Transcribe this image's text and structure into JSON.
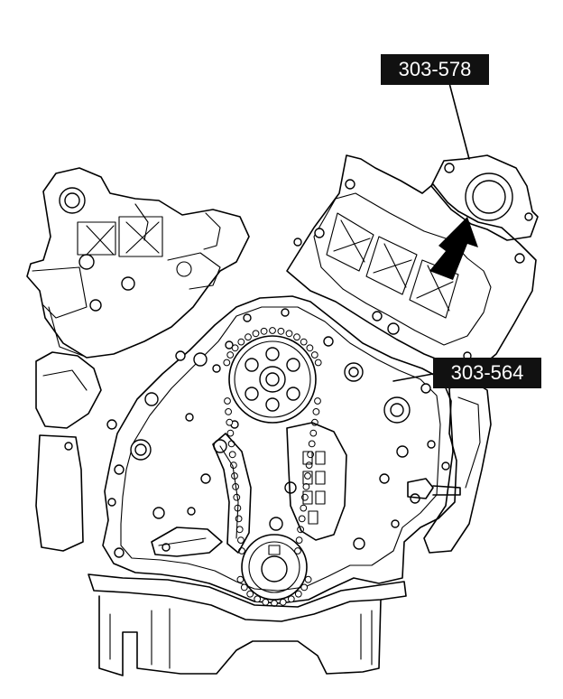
{
  "callouts": [
    {
      "id": "tool-303-578",
      "label": "303-578"
    },
    {
      "id": "tool-303-564",
      "label": "303-564"
    }
  ],
  "colors": {
    "line": "#000000",
    "callout_bg": "#111111",
    "callout_text": "#ffffff",
    "background": "#ffffff"
  },
  "icons": [
    "arrow-icon"
  ]
}
